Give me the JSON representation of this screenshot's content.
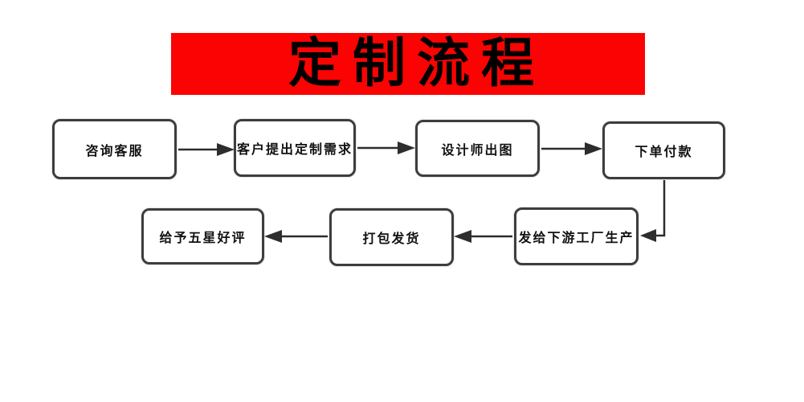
{
  "banner": {
    "title": "定制流程",
    "bg_color": "#fa0302",
    "text_color": "#000000"
  },
  "flow": {
    "nodes": [
      {
        "id": "consult",
        "label": "咨询客服"
      },
      {
        "id": "request",
        "label": "客户提出定制需求"
      },
      {
        "id": "design",
        "label": "设计师出图"
      },
      {
        "id": "order",
        "label": "下单付款"
      },
      {
        "id": "factory",
        "label": "发给下游工厂生产"
      },
      {
        "id": "pack-ship",
        "label": "打包发货"
      },
      {
        "id": "review",
        "label": "给予五星好评"
      }
    ],
    "edges": [
      {
        "from": "consult",
        "to": "request"
      },
      {
        "from": "request",
        "to": "design"
      },
      {
        "from": "design",
        "to": "order"
      },
      {
        "from": "order",
        "to": "factory"
      },
      {
        "from": "factory",
        "to": "pack-ship"
      },
      {
        "from": "pack-ship",
        "to": "review"
      }
    ],
    "box_border_color": "#3d3d3d",
    "arrow_color": "#2d2d2d"
  }
}
